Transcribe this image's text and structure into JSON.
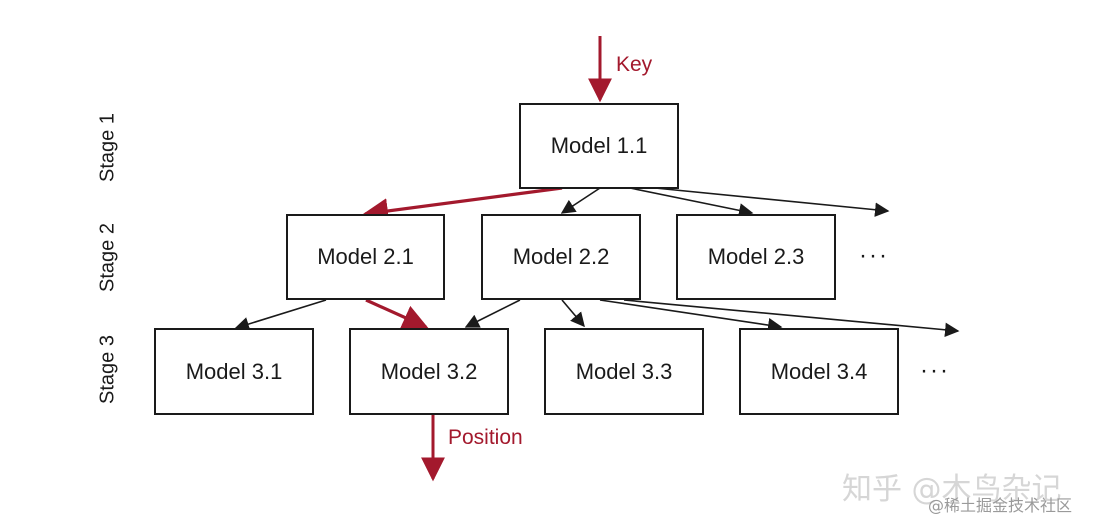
{
  "colors": {
    "highlight": "#a3192d",
    "line": "#1a1a1a"
  },
  "stages": {
    "s1": "Stage 1",
    "s2": "Stage 2",
    "s3": "Stage 3"
  },
  "models": {
    "m11": "Model 1.1",
    "m21": "Model 2.1",
    "m22": "Model 2.2",
    "m23": "Model 2.3",
    "m31": "Model 3.1",
    "m32": "Model 3.2",
    "m33": "Model 3.3",
    "m34": "Model 3.4"
  },
  "ellipsis": "···",
  "input_label": "Key",
  "output_label": "Position",
  "watermark": {
    "main": "知乎 @木鸟杂记",
    "sub": "@稀土掘金技术社区"
  }
}
